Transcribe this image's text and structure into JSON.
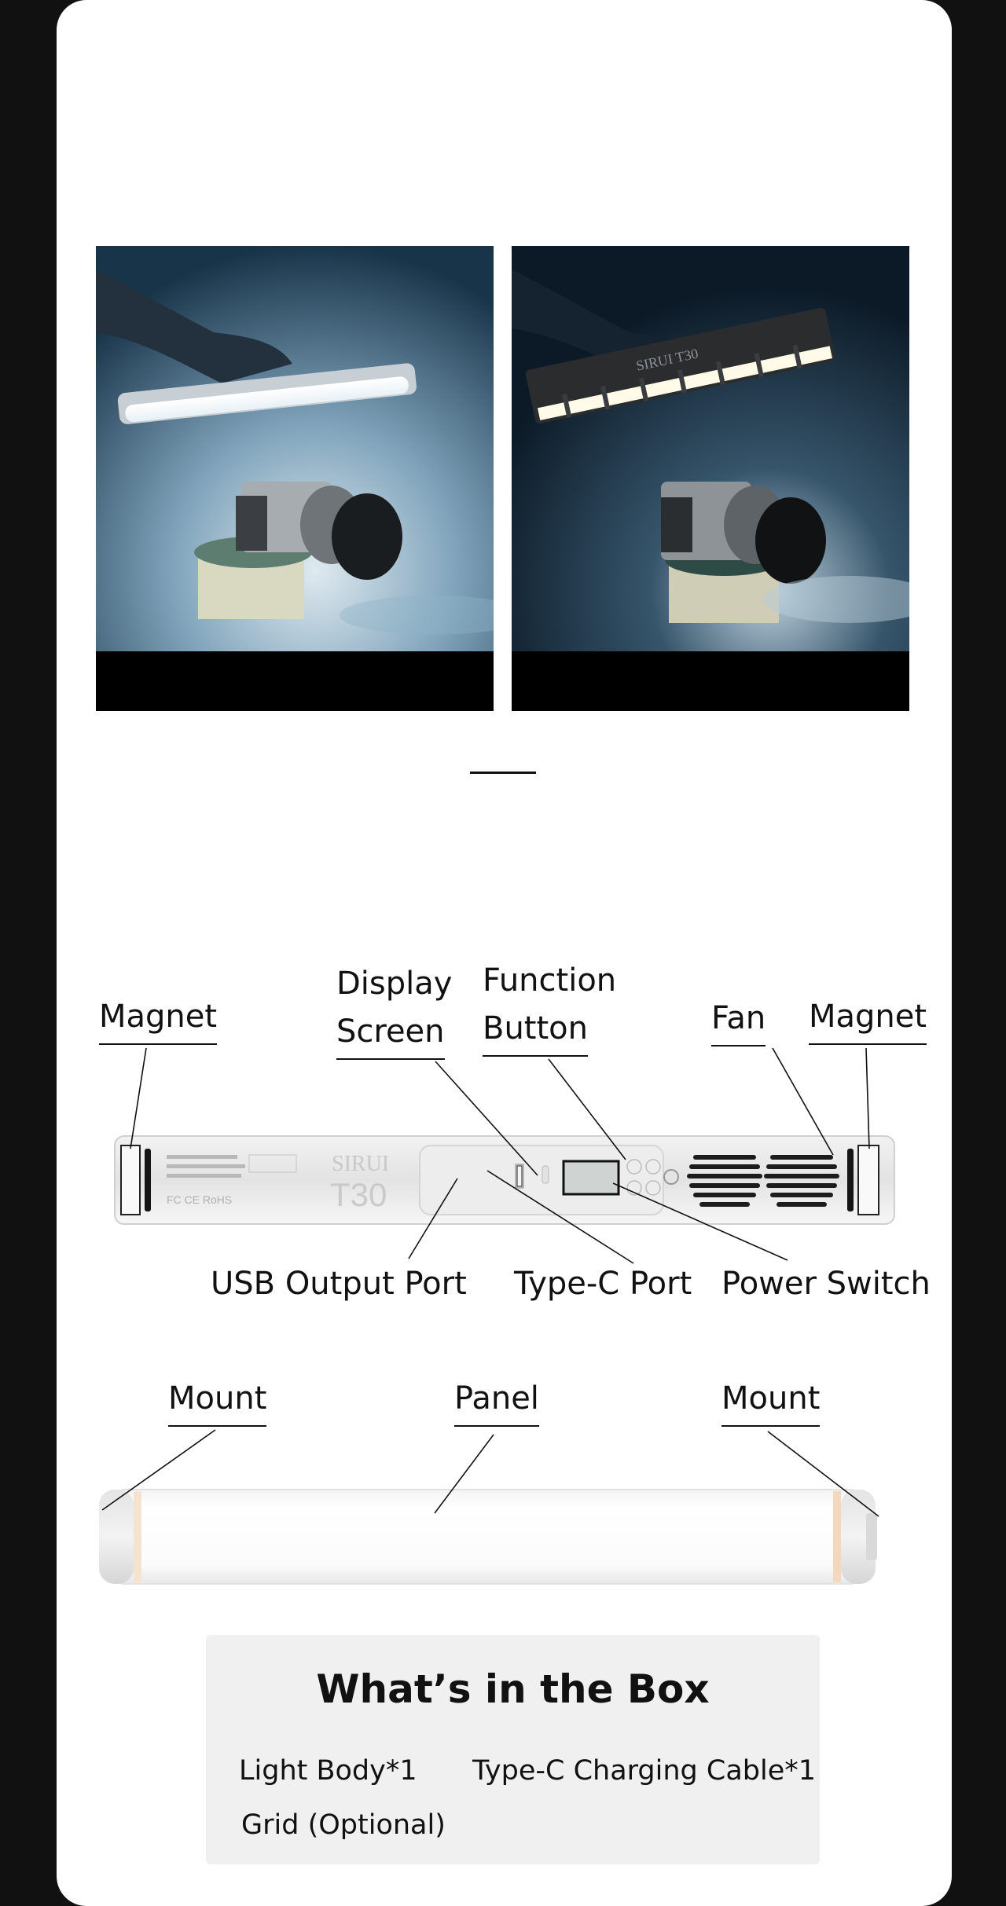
{
  "diagram1": {
    "labels": {
      "magnet_left": "Magnet",
      "display_line1": "Display",
      "display_line2": "Screen",
      "function_line1": "Function",
      "function_line2": "Button",
      "fan": "Fan",
      "magnet_right": "Magnet",
      "usb_port": "USB Output Port",
      "typec_port": "Type-C Port",
      "power_switch": "Power Switch"
    },
    "device": {
      "brand": "SIRUI",
      "model": "T30",
      "certifications": "FC  CE RoHS"
    }
  },
  "diagram2": {
    "labels": {
      "mount_left": "Mount",
      "panel": "Panel",
      "mount_right": "Mount"
    }
  },
  "photo2_brand": "SIRUI T30",
  "box": {
    "title": "What’s in the Box",
    "items": [
      "Light Body*1",
      "Type-C Charging Cable*1",
      "Grid (Optional)"
    ]
  },
  "colors": {
    "page_background": "#111111",
    "card_background": "#ffffff",
    "box_background": "#f0f0f0"
  }
}
